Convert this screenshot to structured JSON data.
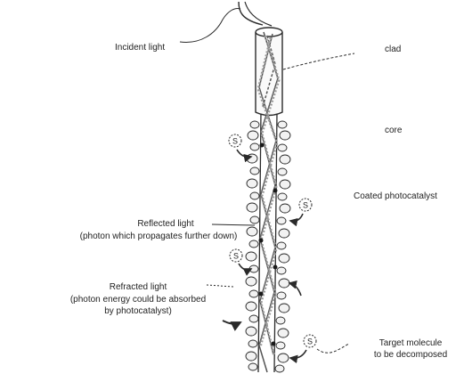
{
  "labels": {
    "incident": "Incident light",
    "clad": "clad",
    "core": "core",
    "coated": "Coated photocatalyst",
    "reflected_1": "Reflected light",
    "reflected_2": "(photon which propagates further down)",
    "refracted_1": "Refracted light",
    "refracted_2": "(photon energy could be absorbed",
    "refracted_3": "by photocatalyst)",
    "target_1": "Target molecule",
    "target_2": "to be decomposed",
    "molecule_symbol": "S"
  },
  "colors": {
    "stroke": "#2a2a2a",
    "light_beam": "#555555",
    "particle_fill": "#f2f2f2"
  },
  "icons": {
    "molecule": "target-molecule-icon",
    "arrow": "curved-arrow-icon"
  }
}
